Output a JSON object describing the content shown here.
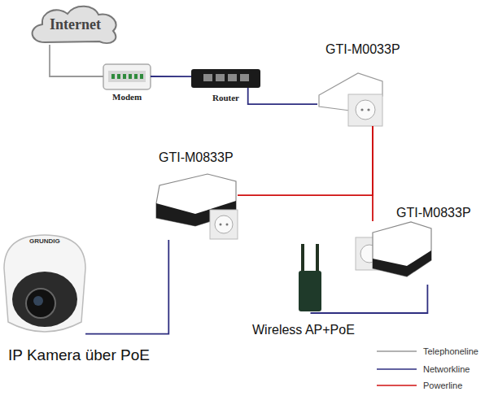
{
  "diagram": {
    "nodes": [
      {
        "text": [
          "Internet"
        ]
      },
      {
        "text": [
          "Modem"
        ]
      },
      {
        "text": [
          "Router"
        ]
      },
      {
        "text": [
          "GTI-M0033P"
        ]
      },
      {
        "text": [
          "GTI-M0833P"
        ]
      },
      {
        "text": [
          "GTI-M0833P"
        ]
      },
      {
        "text": [
          "IP Kamera über PoE"
        ]
      },
      {
        "text": [
          "Wireless AP+PoE"
        ]
      }
    ],
    "edges": [
      {
        "from": 0,
        "to": 1,
        "arrow": "none"
      },
      {
        "from": 1,
        "to": 2,
        "arrow": "none"
      },
      {
        "from": 2,
        "to": 3,
        "arrow": "none"
      },
      {
        "from": 3,
        "to": 4,
        "arrow": "none"
      },
      {
        "from": 3,
        "to": 5,
        "arrow": "none"
      },
      {
        "from": 6,
        "to": 4,
        "arrow": "none"
      },
      {
        "from": 7,
        "to": 5,
        "arrow": "none"
      }
    ],
    "labels": [
      "GRUNDIG"
    ],
    "legend": [
      {
        "text": "Telephoneline"
      },
      {
        "text": "Networkline"
      },
      {
        "text": "Powerline"
      }
    ]
  }
}
